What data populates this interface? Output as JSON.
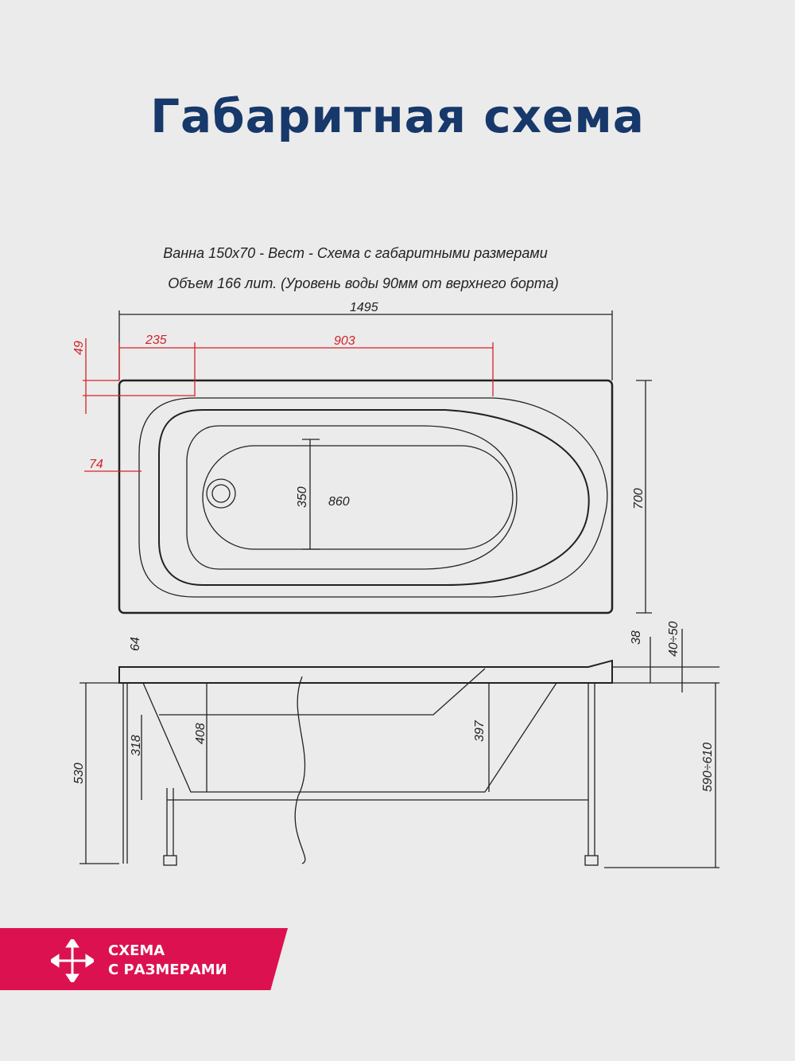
{
  "title": "Габаритная схема",
  "drawing": {
    "caption_line1": "Ванна 150x70 - Вест - Схема с габаритными размерами",
    "caption_line2": "Объем 166 лит. (Уровень воды 90мм от верхнего борта)",
    "top_view": {
      "length": "1495",
      "width": "700",
      "offset_235": "235",
      "offset_903": "903",
      "offset_49": "49",
      "offset_74": "74",
      "inner_350": "350",
      "inner_860": "860"
    },
    "side_view": {
      "d64": "64",
      "d38": "38",
      "d40_50": "40÷50",
      "d530": "530",
      "d318": "318",
      "d408": "408",
      "d397": "397",
      "d590_610": "590÷610"
    }
  },
  "badge": {
    "line1": "СХЕМА",
    "line2": "С РАЗМЕРАМИ",
    "icon": "move-arrows-icon"
  },
  "colors": {
    "title": "#17386a",
    "badge": "#dc1250",
    "dimension_red": "#d2232a"
  }
}
